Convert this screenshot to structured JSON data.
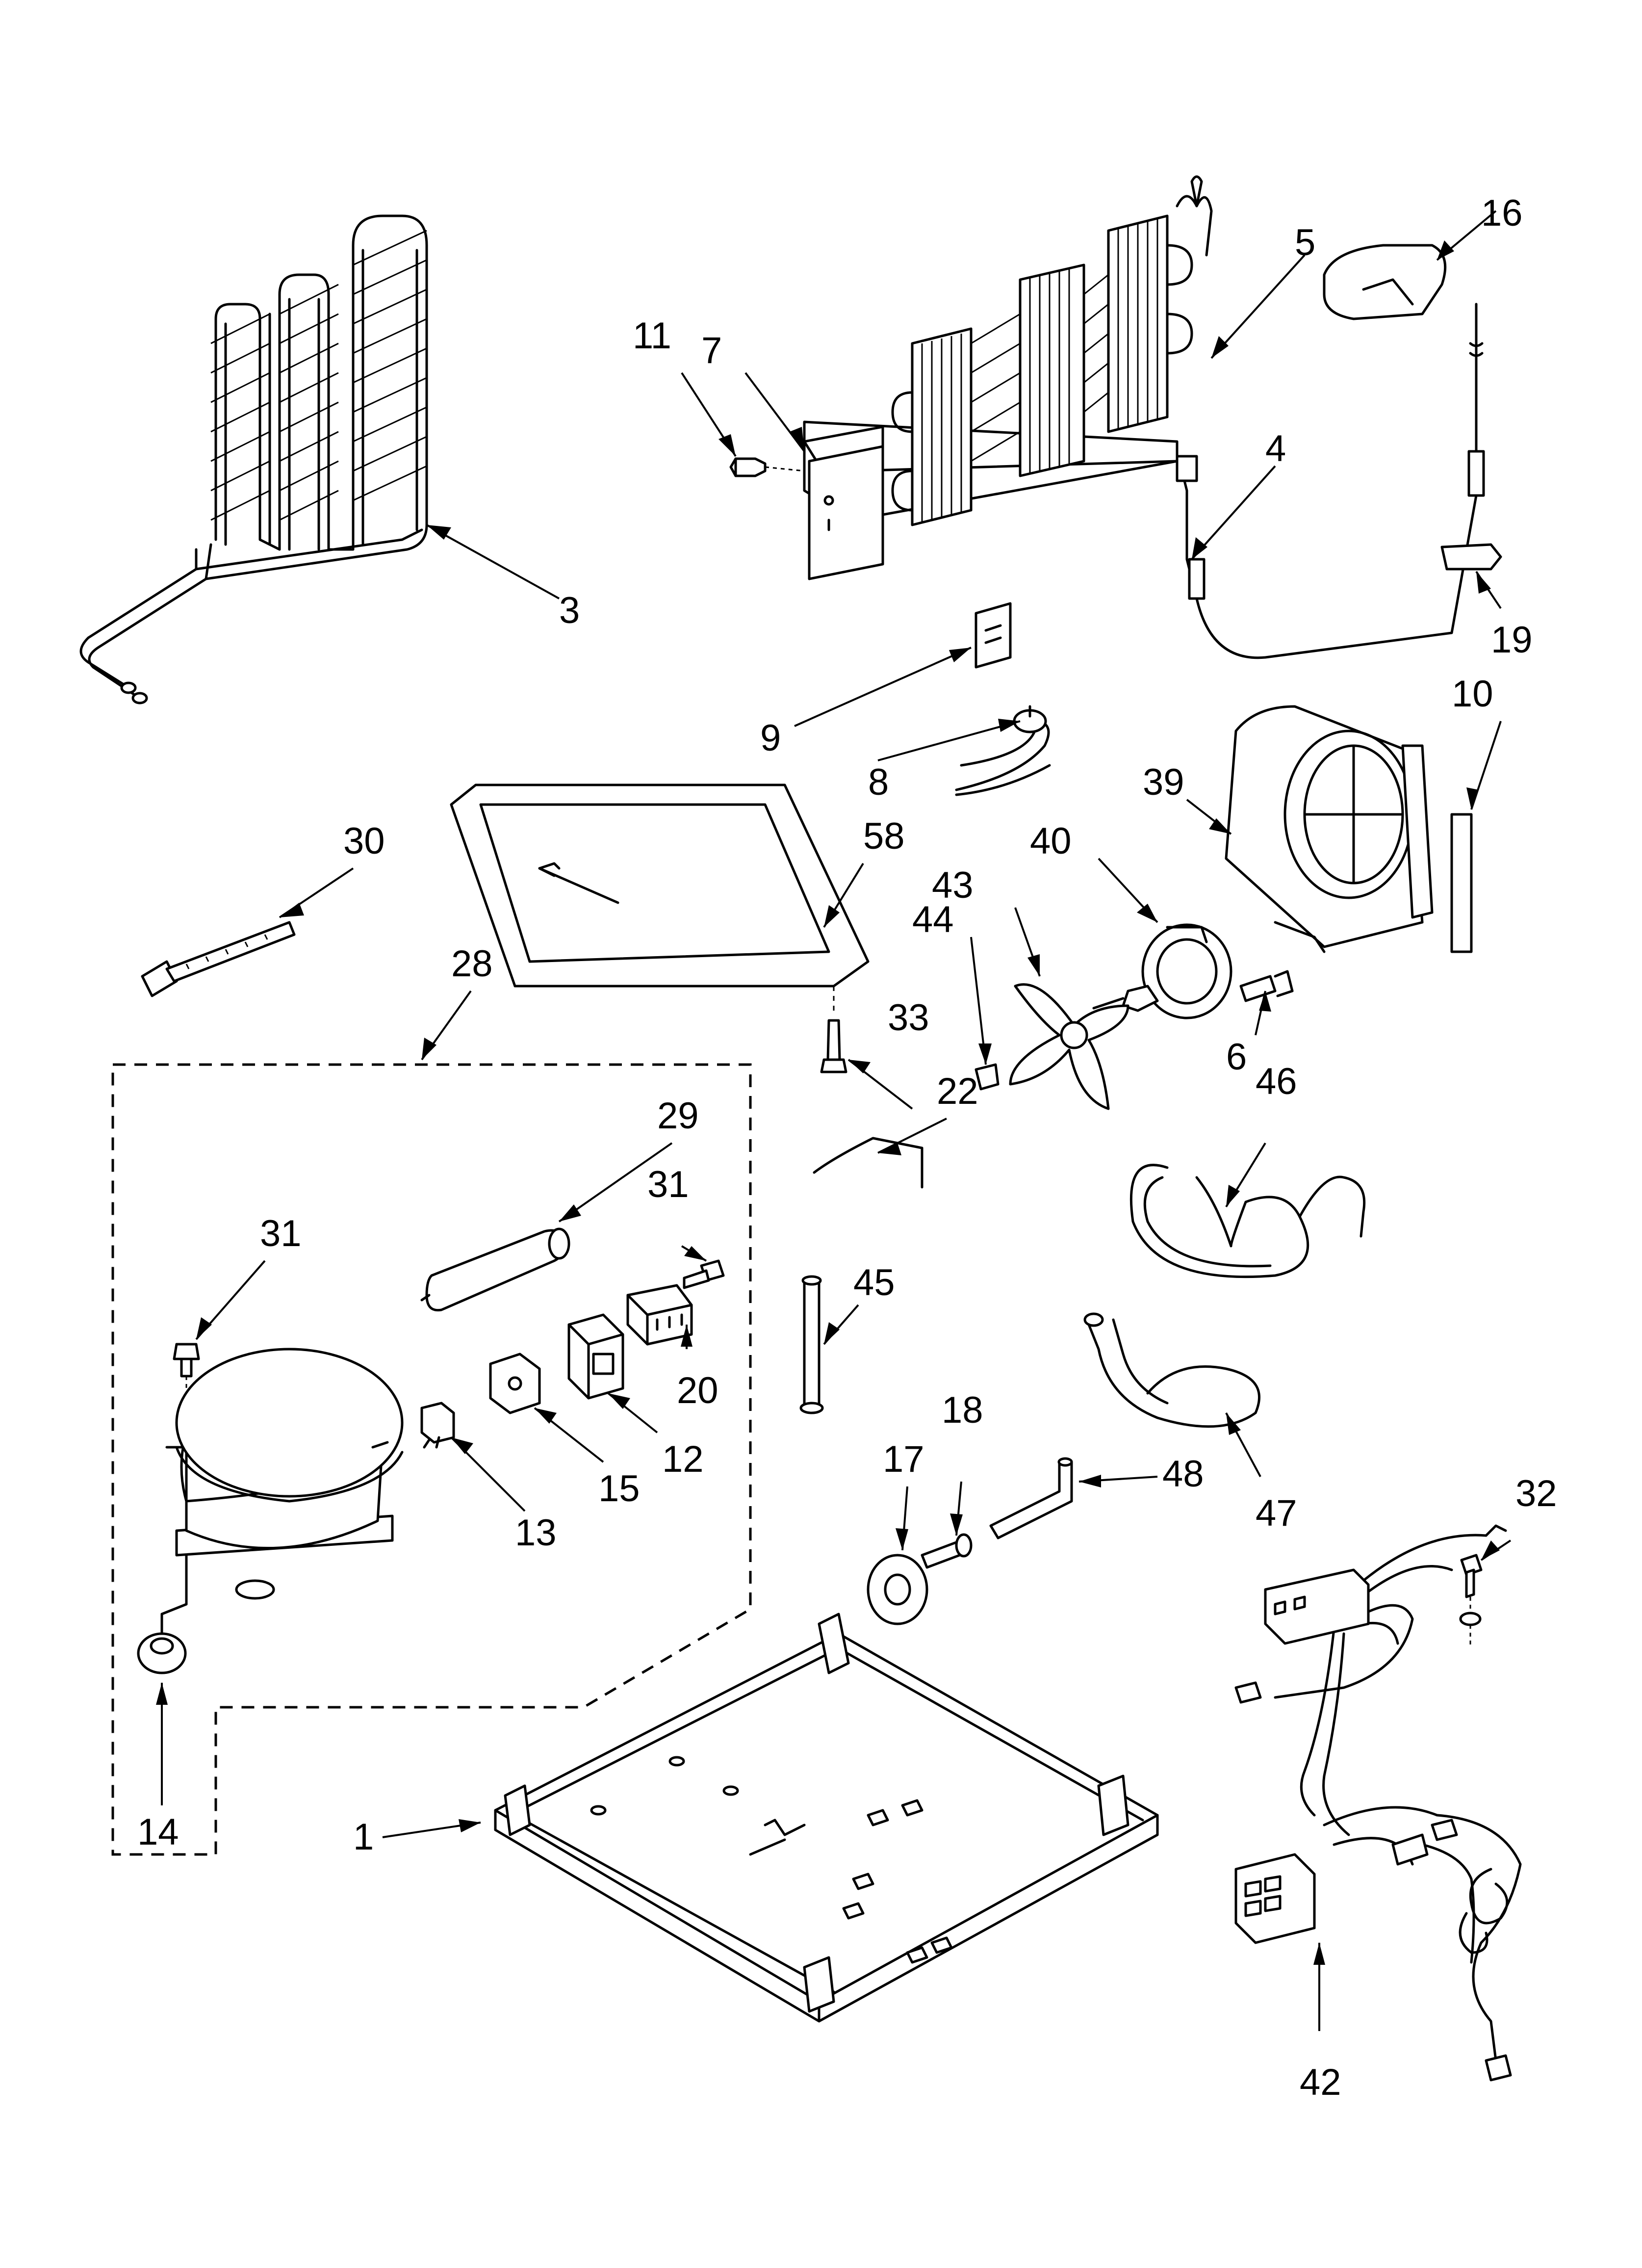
{
  "diagram": {
    "labels": [
      "1",
      "3",
      "4",
      "5",
      "6",
      "7",
      "8",
      "9",
      "10",
      "11",
      "12",
      "13",
      "14",
      "15",
      "16",
      "17",
      "18",
      "19",
      "20",
      "22",
      "28",
      "29",
      "30",
      "31",
      "31",
      "32",
      "33",
      "39",
      "40",
      "42",
      "43",
      "44",
      "45",
      "46",
      "47",
      "48",
      "58"
    ]
  }
}
